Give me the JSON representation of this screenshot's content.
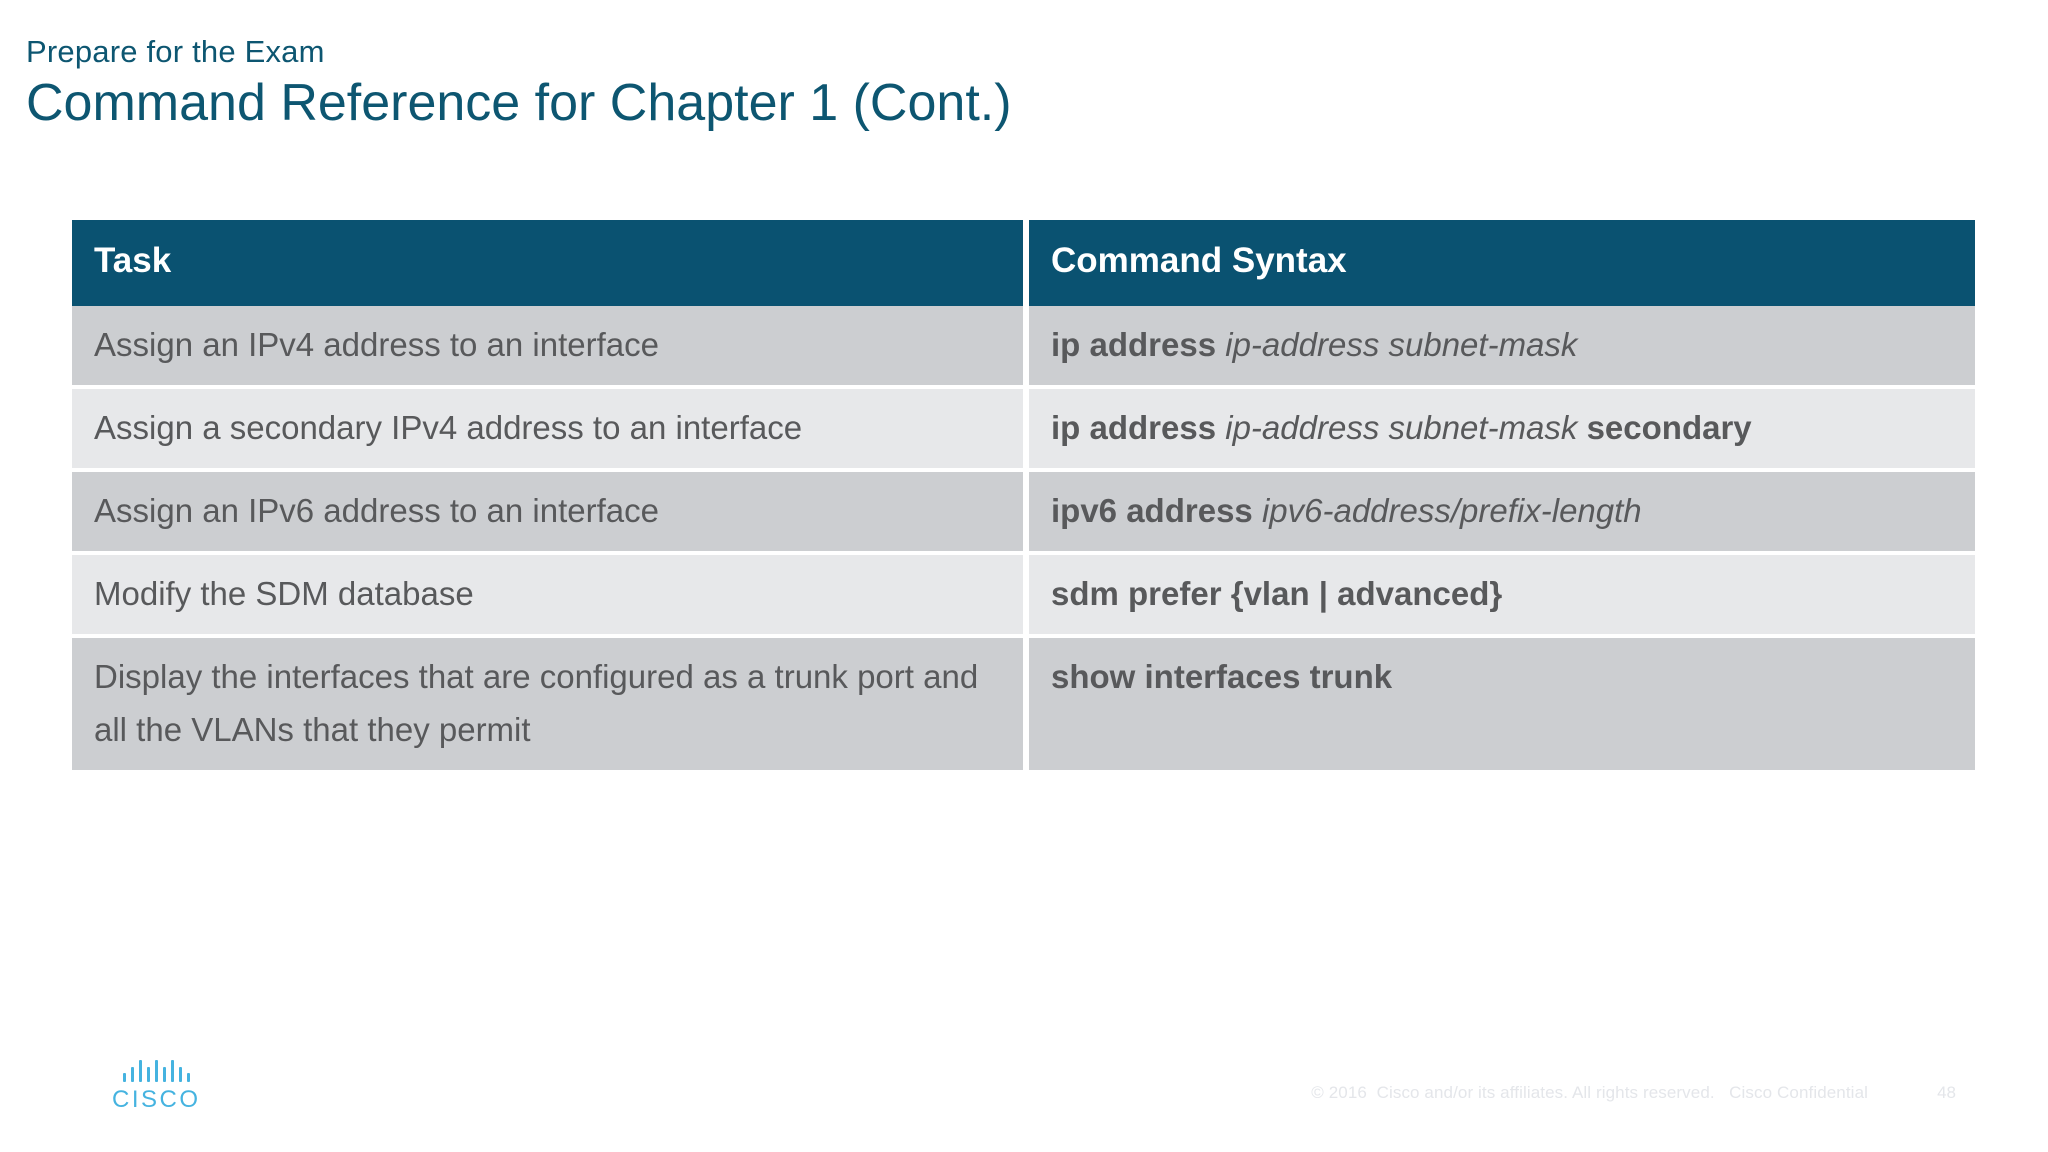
{
  "slide": {
    "eyebrow": "Prepare for the Exam",
    "title": "Command Reference for Chapter 1 (Cont.)",
    "accent_color": "#0d5671",
    "header_bg": "#0a5271",
    "row_odd_bg": "#ccced1",
    "row_even_bg": "#e7e8ea",
    "text_color": "#58595b"
  },
  "table": {
    "columns": [
      {
        "key": "task",
        "label": "Task"
      },
      {
        "key": "syntax",
        "label": "Command Syntax"
      }
    ],
    "rows": [
      {
        "task": "Assign an IPv4 address to an interface",
        "syntax_bold_1": "ip address",
        "syntax_italic_1": "ip-address subnet-mask",
        "syntax_bold_2": "",
        "syntax_plain": "ip address ip-address subnet-mask"
      },
      {
        "task": "Assign a secondary IPv4 address to an interface",
        "syntax_bold_1": "ip address",
        "syntax_italic_1": "ip-address subnet-mask",
        "syntax_bold_2": "secondary",
        "syntax_plain": "ip address ip-address subnet-mask secondary"
      },
      {
        "task": "Assign an IPv6 address to an interface",
        "syntax_bold_1": "ipv6 address",
        "syntax_italic_1": "ipv6-address/prefix-length",
        "syntax_bold_2": "",
        "syntax_plain": "ipv6 address ipv6-address/prefix-length"
      },
      {
        "task": "Modify the SDM database",
        "syntax_bold_1": "sdm prefer {vlan | advanced}",
        "syntax_italic_1": "",
        "syntax_bold_2": "",
        "syntax_plain": "sdm prefer {vlan | advanced}"
      },
      {
        "task": "Display the interfaces that are configured as a trunk port and all the VLANs that they permit",
        "syntax_bold_1": "show interfaces trunk",
        "syntax_italic_1": "",
        "syntax_bold_2": "",
        "syntax_plain": "show interfaces trunk"
      }
    ]
  },
  "footer": {
    "logo_word": "CISCO",
    "copyright": "© 2016  Cisco and/or its affiliates. All rights reserved.   Cisco Confidential",
    "page_number": "48"
  }
}
